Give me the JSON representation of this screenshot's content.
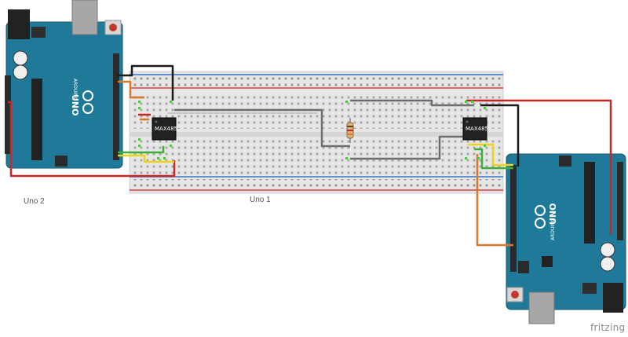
{
  "labels": {
    "uno2": "Uno 2",
    "uno1": "Uno 1",
    "logo": "fritzing"
  },
  "chips": {
    "left": "MAX485",
    "right": "MAX485"
  },
  "boards": {
    "board_text": "UNO",
    "brand_text": "ARDUINO"
  },
  "colors": {
    "board": "#1f7a99",
    "breadboard": "#e9e9e9",
    "wire_red": "#c62828",
    "wire_black": "#1a1a1a",
    "wire_orange": "#d9772b",
    "wire_green": "#3fae3a",
    "wire_yellow": "#ecd320",
    "wire_gray": "#6e6e6e"
  }
}
